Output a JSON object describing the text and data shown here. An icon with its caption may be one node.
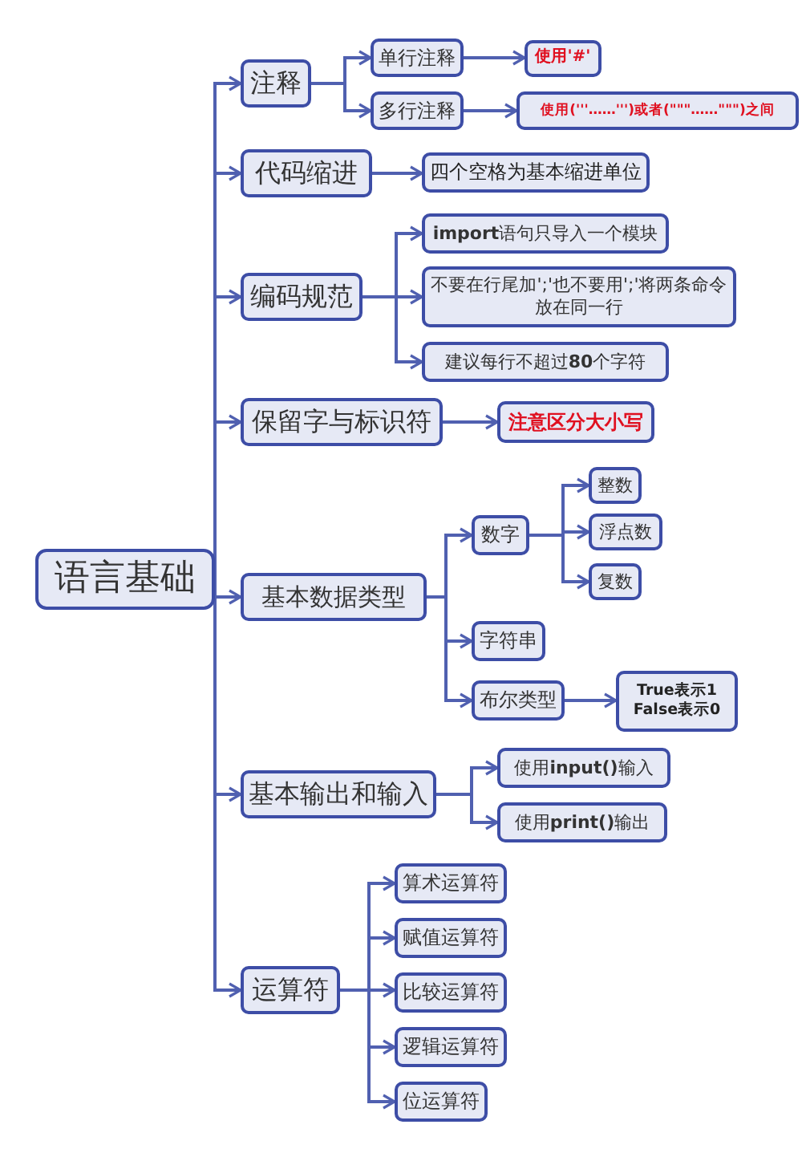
{
  "diagram": {
    "nodes": [
      {
        "text": [
          "语言基础"
        ]
      },
      {
        "text": [
          "注释"
        ]
      },
      {
        "text": [
          "单行注释"
        ]
      },
      {
        "text": [
          "使用'#'"
        ]
      },
      {
        "text": [
          "多行注释"
        ]
      },
      {
        "text": [
          "使用('''……''')或者(\"\"\"……\"\"\")之间"
        ]
      },
      {
        "text": [
          "代码缩进"
        ]
      },
      {
        "text": [
          "四个空格为基本缩进单位"
        ]
      },
      {
        "text": [
          "编码规范"
        ]
      },
      {
        "text": [
          "**import**语句只导入一个模块"
        ]
      },
      {
        "text": [
          "不要在行尾加';'也不要用';'将两条命令放在同一行"
        ]
      },
      {
        "text": [
          "建议每行不超过**80**个字符"
        ]
      },
      {
        "text": [
          "保留字与标识符"
        ]
      },
      {
        "text": [
          "注意区分大小写"
        ]
      },
      {
        "text": [
          "基本数据类型"
        ]
      },
      {
        "text": [
          "数字"
        ]
      },
      {
        "text": [
          "整数"
        ]
      },
      {
        "text": [
          "浮点数"
        ]
      },
      {
        "text": [
          "复数"
        ]
      },
      {
        "text": [
          "字符串"
        ]
      },
      {
        "text": [
          "布尔类型"
        ]
      },
      {
        "text": [
          "True表示1 False表示0"
        ]
      },
      {
        "text": [
          "基本输出和输入"
        ]
      },
      {
        "text": [
          "使用**input()**输入"
        ]
      },
      {
        "text": [
          "使用**print()**输出"
        ]
      },
      {
        "text": [
          "运算符"
        ]
      },
      {
        "text": [
          "算术运算符"
        ]
      },
      {
        "text": [
          "赋值运算符"
        ]
      },
      {
        "text": [
          "比较运算符"
        ]
      },
      {
        "text": [
          "逻辑运算符"
        ]
      },
      {
        "text": [
          "位运算符"
        ]
      }
    ],
    "edges": [
      {
        "from": 0,
        "to": 1,
        "arrow": "to"
      },
      {
        "from": 1,
        "to": 2,
        "arrow": "to"
      },
      {
        "from": 2,
        "to": 3,
        "arrow": "to"
      },
      {
        "from": 1,
        "to": 4,
        "arrow": "to"
      },
      {
        "from": 4,
        "to": 5,
        "arrow": "to"
      },
      {
        "from": 0,
        "to": 6,
        "arrow": "to"
      },
      {
        "from": 6,
        "to": 7,
        "arrow": "to"
      },
      {
        "from": 0,
        "to": 8,
        "arrow": "to"
      },
      {
        "from": 8,
        "to": 9,
        "arrow": "to"
      },
      {
        "from": 8,
        "to": 10,
        "arrow": "to"
      },
      {
        "from": 8,
        "to": 11,
        "arrow": "to"
      },
      {
        "from": 0,
        "to": 12,
        "arrow": "to"
      },
      {
        "from": 12,
        "to": 13,
        "arrow": "to"
      },
      {
        "from": 0,
        "to": 14,
        "arrow": "to"
      },
      {
        "from": 14,
        "to": 15,
        "arrow": "to"
      },
      {
        "from": 15,
        "to": 16,
        "arrow": "to"
      },
      {
        "from": 15,
        "to": 17,
        "arrow": "to"
      },
      {
        "from": 15,
        "to": 18,
        "arrow": "to"
      },
      {
        "from": 14,
        "to": 19,
        "arrow": "to"
      },
      {
        "from": 14,
        "to": 20,
        "arrow": "to"
      },
      {
        "from": 20,
        "to": 21,
        "arrow": "to"
      },
      {
        "from": 0,
        "to": 22,
        "arrow": "to"
      },
      {
        "from": 22,
        "to": 23,
        "arrow": "to"
      },
      {
        "from": 22,
        "to": 24,
        "arrow": "to"
      },
      {
        "from": 0,
        "to": 25,
        "arrow": "to"
      },
      {
        "from": 25,
        "to": 26,
        "arrow": "to"
      },
      {
        "from": 25,
        "to": 27,
        "arrow": "to"
      },
      {
        "from": 25,
        "to": 28,
        "arrow": "to"
      },
      {
        "from": 25,
        "to": 29,
        "arrow": "to"
      },
      {
        "from": 25,
        "to": 30,
        "arrow": "to"
      }
    ]
  }
}
